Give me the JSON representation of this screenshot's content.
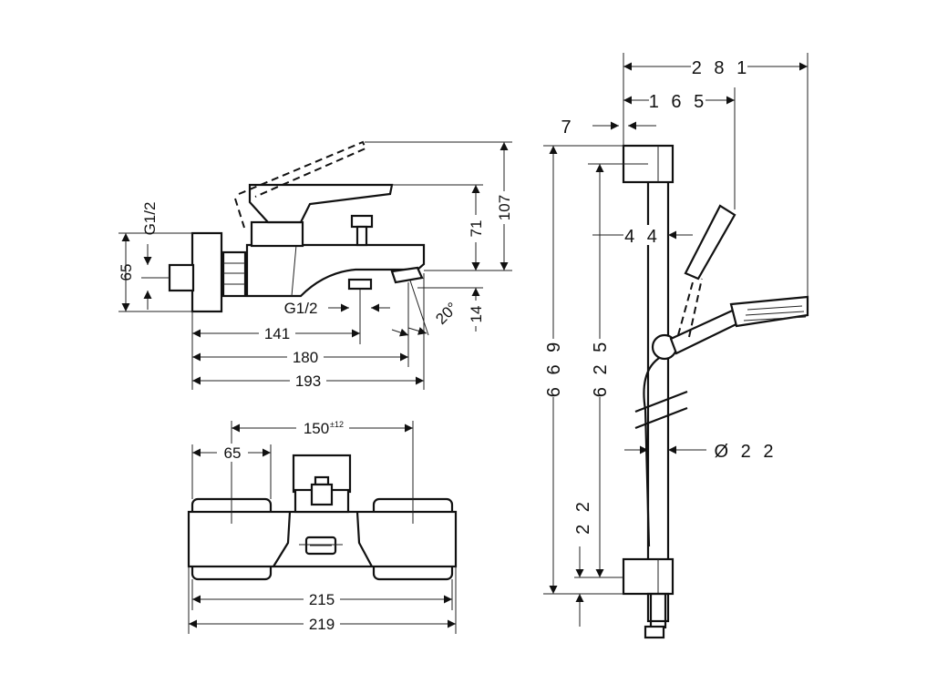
{
  "side_view": {
    "dims": {
      "d65": "65",
      "g12_inlet": "G1/2",
      "g12_outlet": "G1/2",
      "d71": "71",
      "d107": "107",
      "d14": "14",
      "angle": "20°",
      "d141": "141",
      "d180": "180",
      "d193": "193"
    }
  },
  "front_view": {
    "dims": {
      "d150": "150",
      "d150_tol": "±12",
      "d65": "65",
      "d215": "215",
      "d219": "219"
    }
  },
  "shower_set": {
    "dims": {
      "d281": "2 8 1",
      "d165": "1 6 5",
      "d7": "7",
      "d44": "4 4",
      "d669": "6 6 9",
      "d625": "6 2 5",
      "d22": "2 2",
      "dia22": "Ø  2 2"
    }
  },
  "colors": {
    "line": "#111111",
    "background": "#ffffff"
  }
}
